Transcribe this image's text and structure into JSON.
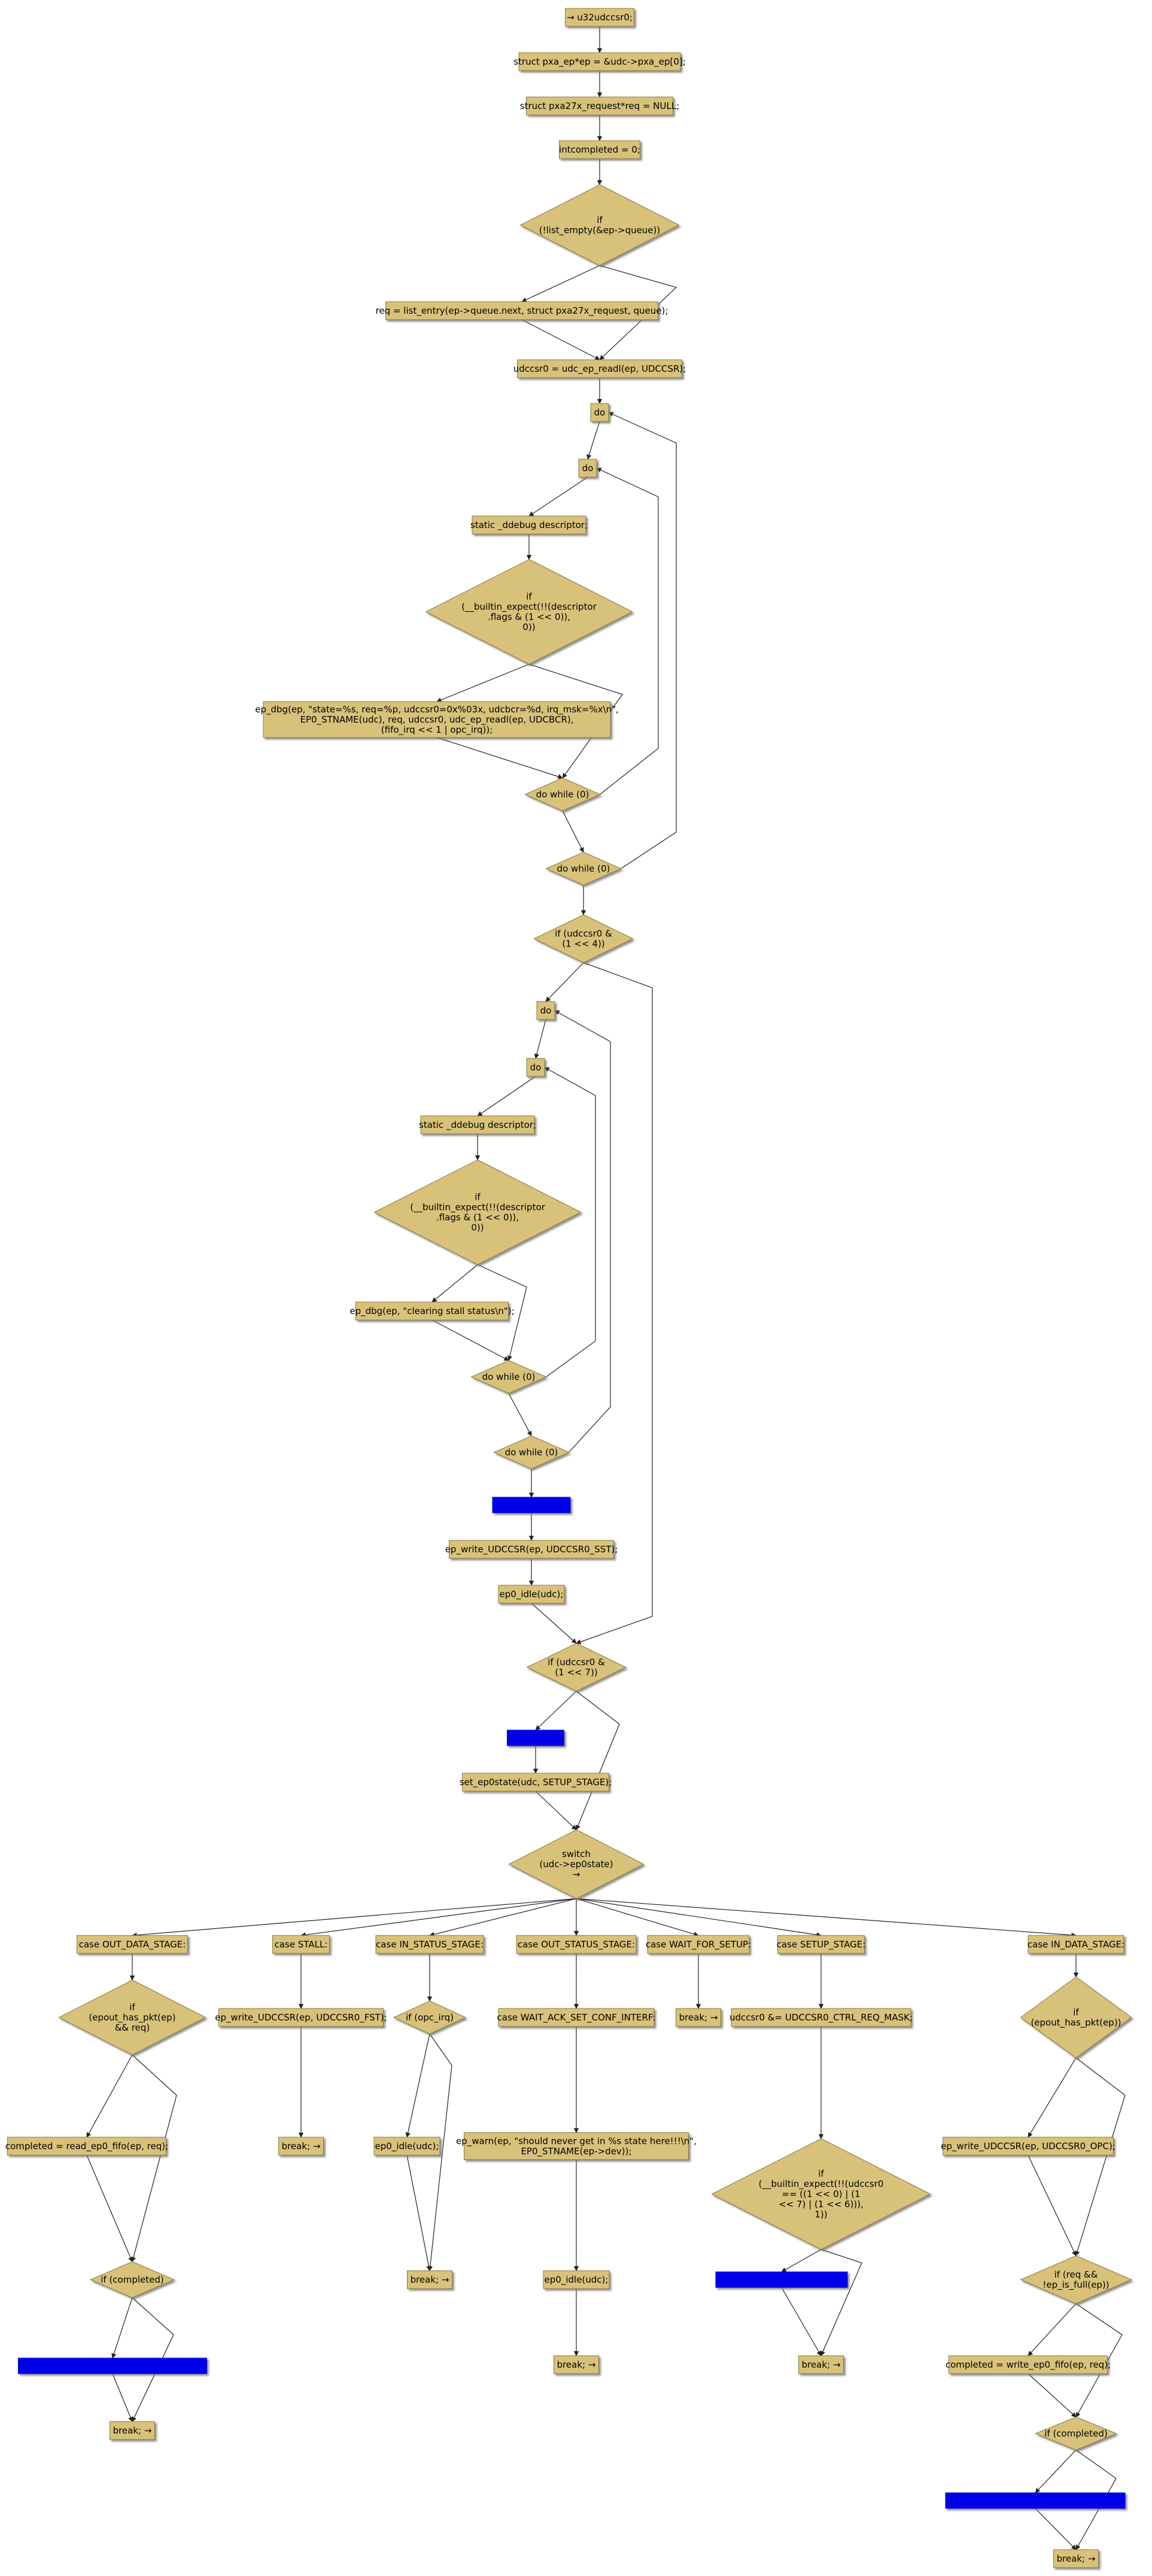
{
  "colors": {
    "node_fill": "#d8c27a",
    "node_stroke": "#8a7a3c",
    "highlight_fill": "#0000e8",
    "edge": "#222222",
    "background": "#ffffff"
  },
  "nodes": [
    {
      "id": "n_start",
      "kind": "rect",
      "lines": [
        "→ u32udccsr0;"
      ]
    },
    {
      "id": "n_ep",
      "kind": "rect",
      "lines": [
        "struct pxa_ep*ep = &udc->pxa_ep[0];"
      ]
    },
    {
      "id": "n_req",
      "kind": "rect",
      "lines": [
        "struct pxa27x_request*req = NULL;"
      ]
    },
    {
      "id": "n_incomp",
      "kind": "rect",
      "lines": [
        "intcompleted = 0;"
      ]
    },
    {
      "id": "n_if_empty",
      "kind": "diamond",
      "lines": [
        "if",
        "(!list_empty(&ep->queue))"
      ]
    },
    {
      "id": "n_list_entry",
      "kind": "rect",
      "lines": [
        "req = list_entry(ep->queue.next, struct pxa27x_request, queue);"
      ]
    },
    {
      "id": "n_udccsr_read",
      "kind": "rect",
      "lines": [
        "udccsr0 = udc_ep_readl(ep, UDCCSR);"
      ]
    },
    {
      "id": "n_do1",
      "kind": "rect",
      "lines": [
        "do"
      ]
    },
    {
      "id": "n_do2",
      "kind": "rect",
      "lines": [
        "do"
      ]
    },
    {
      "id": "n_static1",
      "kind": "rect",
      "lines": [
        "static _ddebug descriptor;"
      ]
    },
    {
      "id": "n_if_builtin1",
      "kind": "diamond",
      "lines": [
        "if",
        "(__builtin_expect(!!(descriptor",
        ".flags & (1 << 0)),",
        "0))"
      ]
    },
    {
      "id": "n_ep_dbg1",
      "kind": "rect",
      "lines": [
        "ep_dbg(ep, \"state=%s, req=%p, udccsr0=0x%03x, udcbcr=%d, irq_msk=%x\\n\",",
        "EP0_STNAME(udc), req, udccsr0, udc_ep_readl(ep, UDCBCR),",
        "(fifo_irq << 1 | opc_irq));"
      ]
    },
    {
      "id": "n_dowhile1",
      "kind": "diamond",
      "lines": [
        "do while (0)"
      ]
    },
    {
      "id": "n_dowhile2",
      "kind": "diamond",
      "lines": [
        "do while (0)"
      ]
    },
    {
      "id": "n_if_u4",
      "kind": "diamond",
      "lines": [
        "if (udccsr0 &",
        "(1 << 4))"
      ]
    },
    {
      "id": "n_do3",
      "kind": "rect",
      "lines": [
        "do"
      ]
    },
    {
      "id": "n_do4",
      "kind": "rect",
      "lines": [
        "do"
      ]
    },
    {
      "id": "n_static2",
      "kind": "rect",
      "lines": [
        "static _ddebug descriptor;"
      ]
    },
    {
      "id": "n_if_builtin2",
      "kind": "diamond",
      "lines": [
        "if",
        "(__builtin_expect(!!(descriptor",
        ".flags & (1 << 0)),",
        "0))"
      ]
    },
    {
      "id": "n_ep_dbg2",
      "kind": "rect",
      "lines": [
        "ep_dbg(ep, \"clearing stall status\\n\");"
      ]
    },
    {
      "id": "n_dowhile3",
      "kind": "diamond",
      "lines": [
        "do while (0)"
      ]
    },
    {
      "id": "n_dowhile4",
      "kind": "diamond",
      "lines": [
        "do while (0)"
      ]
    },
    {
      "id": "n_blue1",
      "kind": "blue",
      "lines": []
    },
    {
      "id": "n_ep_write_sst",
      "kind": "rect",
      "lines": [
        "ep_write_UDCCSR(ep, UDCCSR0_SST);"
      ]
    },
    {
      "id": "n_ep0_idle1",
      "kind": "rect",
      "lines": [
        "ep0_idle(udc);"
      ]
    },
    {
      "id": "n_if_u7",
      "kind": "diamond",
      "lines": [
        "if (udccsr0 &",
        "(1 << 7))"
      ]
    },
    {
      "id": "n_blue2",
      "kind": "blue",
      "lines": []
    },
    {
      "id": "n_set_ep0state",
      "kind": "rect",
      "lines": [
        "set_ep0state(udc, SETUP_STAGE);"
      ]
    },
    {
      "id": "n_switch",
      "kind": "diamond",
      "lines": [
        "switch",
        "(udc->ep0state)",
        "→"
      ]
    },
    {
      "id": "n_case_out_data",
      "kind": "rect",
      "lines": [
        "case OUT_DATA_STAGE:"
      ]
    },
    {
      "id": "n_case_stall",
      "kind": "rect",
      "lines": [
        "case STALL:"
      ]
    },
    {
      "id": "n_case_in_status",
      "kind": "rect",
      "lines": [
        "case IN_STATUS_STAGE:"
      ]
    },
    {
      "id": "n_case_out_status",
      "kind": "rect",
      "lines": [
        "case OUT_STATUS_STAGE:"
      ]
    },
    {
      "id": "n_case_wait_setup",
      "kind": "rect",
      "lines": [
        "case WAIT_FOR_SETUP:"
      ]
    },
    {
      "id": "n_case_setup",
      "kind": "rect",
      "lines": [
        "case SETUP_STAGE:"
      ]
    },
    {
      "id": "n_case_in_data",
      "kind": "rect",
      "lines": [
        "case IN_DATA_STAGE:"
      ]
    },
    {
      "id": "n_if_epout",
      "kind": "diamond",
      "lines": [
        "if",
        "(epout_has_pkt(ep)",
        "&& req)"
      ]
    },
    {
      "id": "n_completed_read",
      "kind": "rect",
      "lines": [
        "completed = read_ep0_fifo(ep, req);"
      ]
    },
    {
      "id": "n_if_comp1",
      "kind": "diamond",
      "lines": [
        "if (completed)"
      ]
    },
    {
      "id": "n_blue3",
      "kind": "blue",
      "lines": []
    },
    {
      "id": "n_break1",
      "kind": "rect",
      "lines": [
        "break; →"
      ]
    },
    {
      "id": "n_ep_write_fst",
      "kind": "rect",
      "lines": [
        "ep_write_UDCCSR(ep, UDCCSR0_FST);"
      ]
    },
    {
      "id": "n_break2",
      "kind": "rect",
      "lines": [
        "break; →"
      ]
    },
    {
      "id": "n_if_opc",
      "kind": "diamond",
      "lines": [
        "if (opc_irq)"
      ]
    },
    {
      "id": "n_ep0_idle2",
      "kind": "rect",
      "lines": [
        "ep0_idle(udc);"
      ]
    },
    {
      "id": "n_break3",
      "kind": "rect",
      "lines": [
        "break; →"
      ]
    },
    {
      "id": "n_case_wait_ack",
      "kind": "rect",
      "lines": [
        "case WAIT_ACK_SET_CONF_INTERF:"
      ]
    },
    {
      "id": "n_ep_warn",
      "kind": "rect",
      "lines": [
        "ep_warn(ep, \"should never get in %s state here!!!\\n\",",
        "EP0_STNAME(ep->dev));"
      ]
    },
    {
      "id": "n_ep0_idle3",
      "kind": "rect",
      "lines": [
        "ep0_idle(udc);"
      ]
    },
    {
      "id": "n_break4",
      "kind": "rect",
      "lines": [
        "break; →"
      ]
    },
    {
      "id": "n_break5",
      "kind": "rect",
      "lines": [
        "break; →"
      ]
    },
    {
      "id": "n_udccsr_mask",
      "kind": "rect",
      "lines": [
        "udccsr0 &= UDCCSR0_CTRL_REQ_MASK;"
      ]
    },
    {
      "id": "n_if_builtin3",
      "kind": "diamond",
      "lines": [
        "if",
        "(__builtin_expect(!!(udccsr0",
        "== ((1 << 0) | (1",
        "<< 7) | (1 << 6))),",
        "1))"
      ]
    },
    {
      "id": "n_blue4",
      "kind": "blue",
      "lines": []
    },
    {
      "id": "n_break6",
      "kind": "rect",
      "lines": [
        "break; →"
      ]
    },
    {
      "id": "n_if_epin",
      "kind": "diamond",
      "lines": [
        "if",
        "(epout_has_pkt(ep))"
      ]
    },
    {
      "id": "n_ep_write_opc",
      "kind": "rect",
      "lines": [
        "ep_write_UDCCSR(ep, UDCCSR0_OPC);"
      ]
    },
    {
      "id": "n_if_req_full",
      "kind": "diamond",
      "lines": [
        "if (req &&",
        "!ep_is_full(ep))"
      ]
    },
    {
      "id": "n_completed_write",
      "kind": "rect",
      "lines": [
        "completed = write_ep0_fifo(ep, req);"
      ]
    },
    {
      "id": "n_if_comp2",
      "kind": "diamond",
      "lines": [
        "if (completed)"
      ]
    },
    {
      "id": "n_blue5",
      "kind": "blue",
      "lines": []
    },
    {
      "id": "n_break7",
      "kind": "rect",
      "lines": [
        "break; →"
      ]
    }
  ]
}
